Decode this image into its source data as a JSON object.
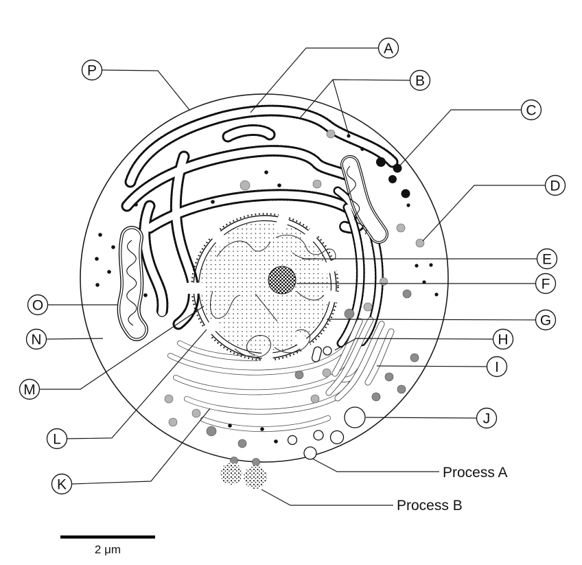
{
  "figure": {
    "kind": "labeled cell ultrastructure diagram",
    "callouts": {
      "A": "A",
      "B": "B",
      "C": "C",
      "D": "D",
      "E": "E",
      "F": "F",
      "G": "G",
      "H": "H",
      "I": "I",
      "J": "J",
      "K": "K",
      "L": "L",
      "M": "M",
      "N": "N",
      "O": "O",
      "P": "P"
    },
    "process_labels": {
      "a": "Process A",
      "b": "Process B"
    },
    "scale_bar": {
      "label": "2 μm"
    },
    "colors": {
      "line": "#1a1a1a",
      "background": "#ffffff",
      "light_gray_vesicle": "#b5b5b5",
      "dark_gray_vesicle": "#8c8c8c"
    }
  }
}
